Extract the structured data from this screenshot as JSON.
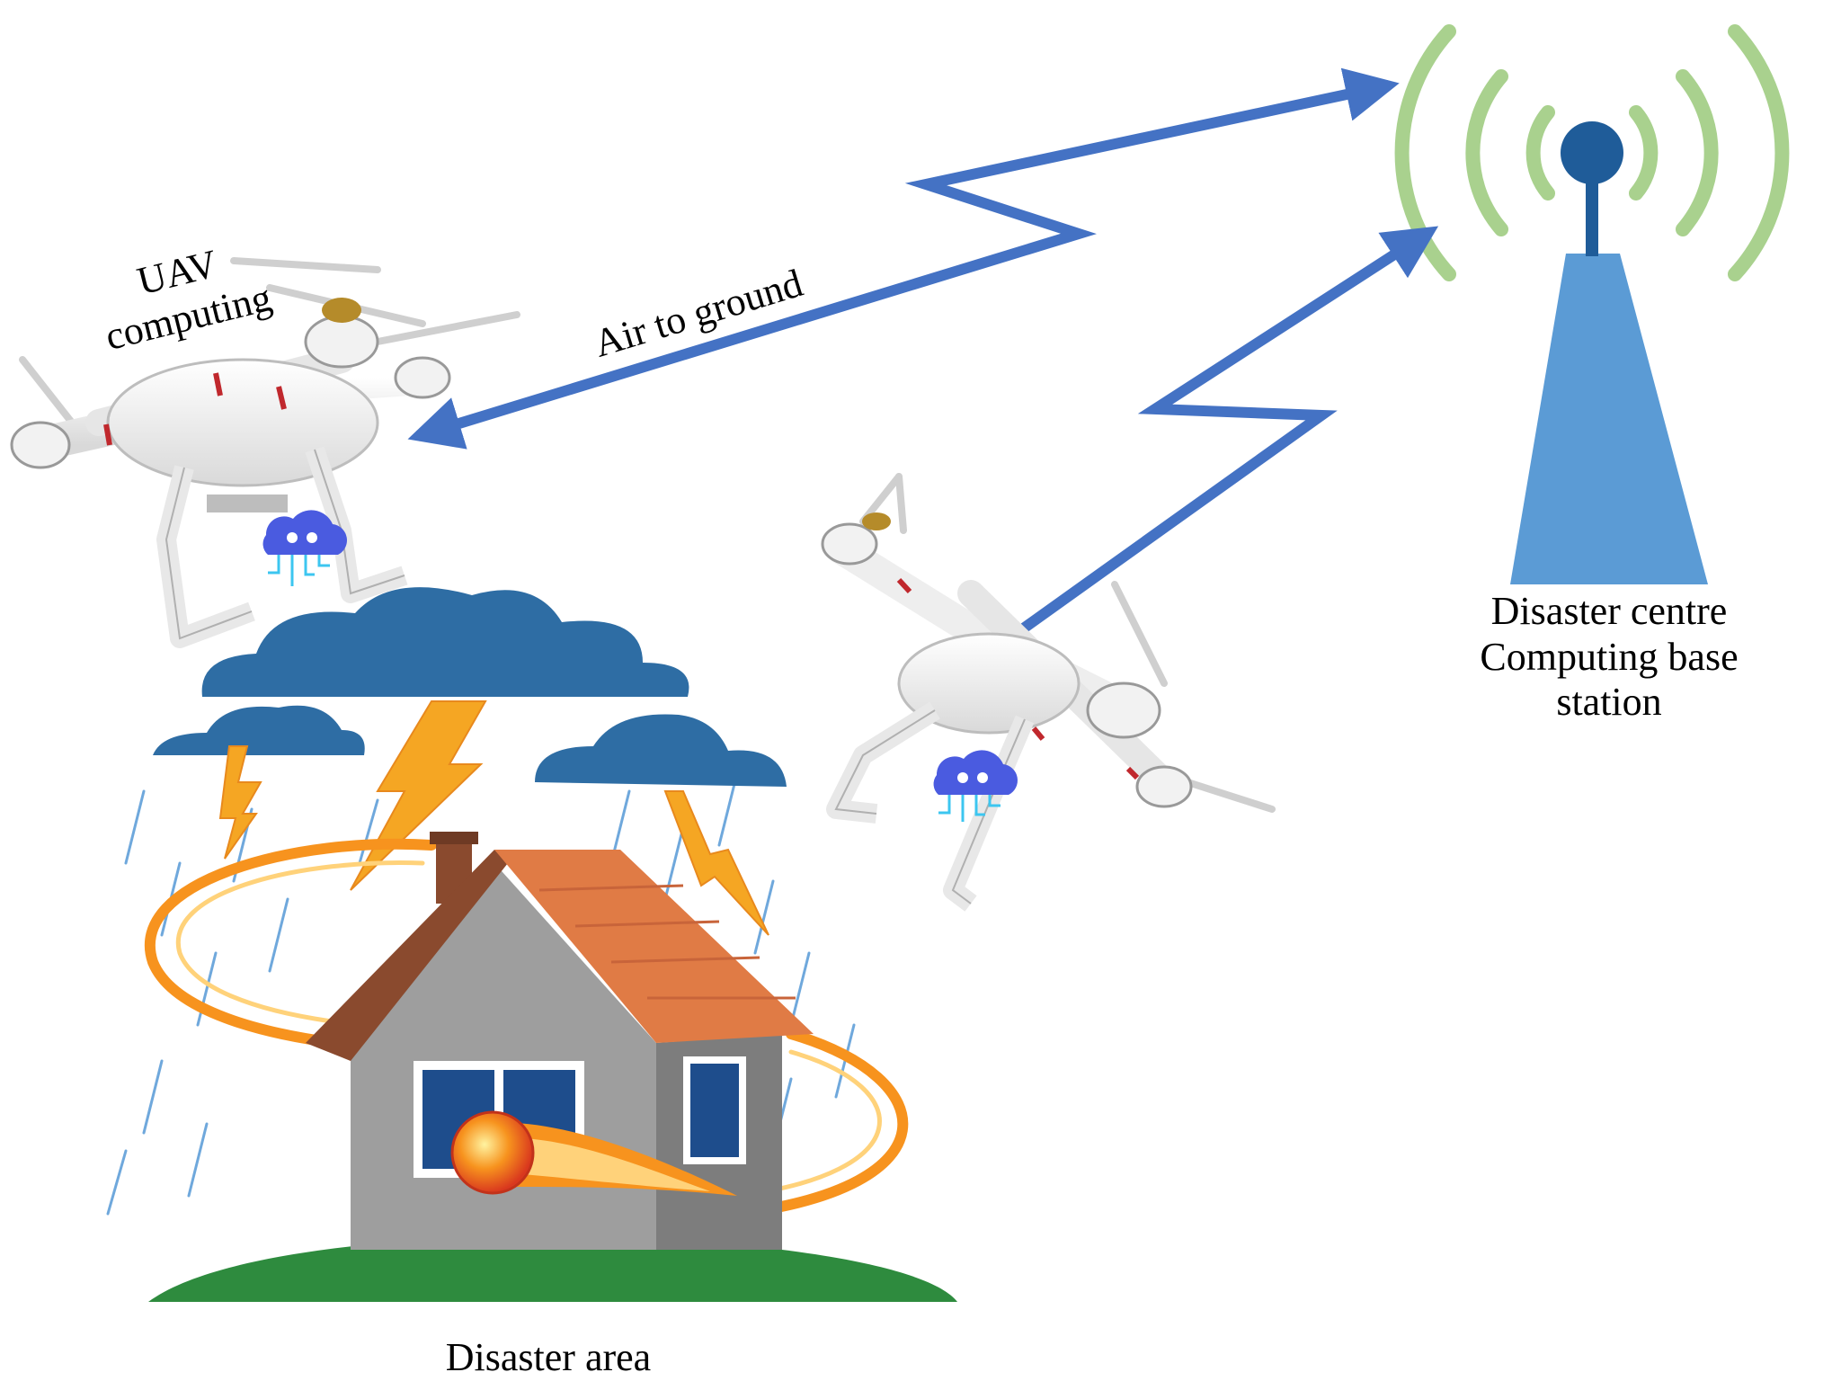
{
  "labels": {
    "uav_line1": "UAV",
    "uav_line2": "computing",
    "link": "Air to ground",
    "station_line1": "Disaster centre",
    "station_line2": "Computing base",
    "station_line3": "station",
    "area": "Disaster area"
  },
  "colors": {
    "arrow": "#4472c4",
    "tower": "#5b9bd5",
    "antenna": "#1f5c99",
    "waves": "#a9d18e",
    "cloud": "#2e6da4",
    "lightning": "#f5a623",
    "roof": "#e07b45",
    "wall": "#9e9e9e",
    "window": "#1e4d8c",
    "grass": "#2e8b3e",
    "fire": "#f7931e",
    "rain": "#6fa8dc",
    "drone_body": "#f4f4f4",
    "drone_accent": "#c0282d"
  },
  "icons": [
    "uav-drone-icon",
    "cloud-chip-icon",
    "base-station-tower-icon",
    "signal-waves-icon",
    "storm-cloud-icon",
    "lightning-icon",
    "house-icon",
    "fireball-icon"
  ]
}
